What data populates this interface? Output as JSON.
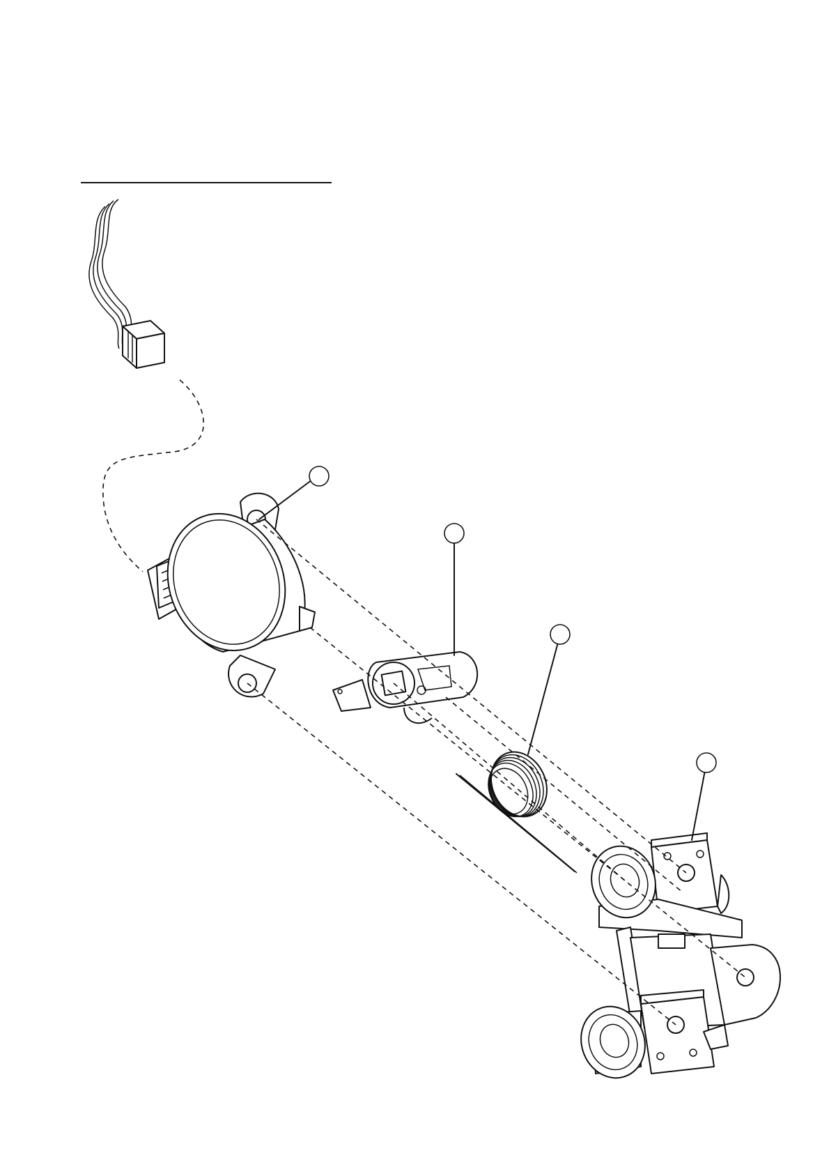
{
  "diagram": {
    "header_rule": "",
    "callouts": [
      {
        "id": "1",
        "label": ""
      },
      {
        "id": "2",
        "label": ""
      },
      {
        "id": "3",
        "label": ""
      },
      {
        "id": "4",
        "label": ""
      }
    ],
    "colors": {
      "line": "#111111",
      "background": "#ffffff"
    },
    "parts": [
      "wire-harness-connector",
      "stepper-motor",
      "lever-arm",
      "torsion-spring",
      "bracket-frame"
    ]
  }
}
